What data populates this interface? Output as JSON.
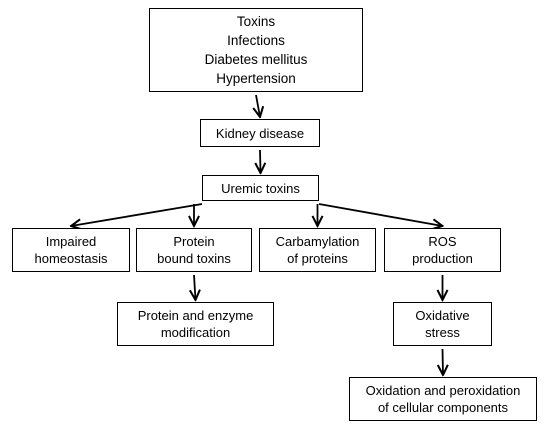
{
  "nodes": {
    "causes": [
      "Toxins",
      "Infections",
      "Diabetes mellitus",
      "Hypertension"
    ],
    "kidney_disease": [
      "Kidney disease"
    ],
    "uremic_toxins": [
      "Uremic toxins"
    ],
    "impaired_homeostasis": [
      "Impaired",
      "homeostasis"
    ],
    "protein_bound_toxins": [
      "Protein",
      "bound toxins"
    ],
    "carbamylation": [
      "Carbamylation",
      "of proteins"
    ],
    "ros_production": [
      "ROS",
      "production"
    ],
    "protein_enzyme_modification": [
      "Protein and enzyme",
      "modification"
    ],
    "oxidative_stress": [
      "Oxidative",
      "stress"
    ],
    "oxidation_peroxidation": [
      "Oxidation and peroxidation",
      "of cellular components"
    ]
  },
  "edges": [
    [
      "causes",
      "kidney_disease"
    ],
    [
      "kidney_disease",
      "uremic_toxins"
    ],
    [
      "uremic_toxins",
      "impaired_homeostasis"
    ],
    [
      "uremic_toxins",
      "protein_bound_toxins"
    ],
    [
      "uremic_toxins",
      "carbamylation"
    ],
    [
      "uremic_toxins",
      "ros_production"
    ],
    [
      "protein_bound_toxins",
      "protein_enzyme_modification"
    ],
    [
      "ros_production",
      "oxidative_stress"
    ],
    [
      "oxidative_stress",
      "oxidation_peroxidation"
    ]
  ]
}
